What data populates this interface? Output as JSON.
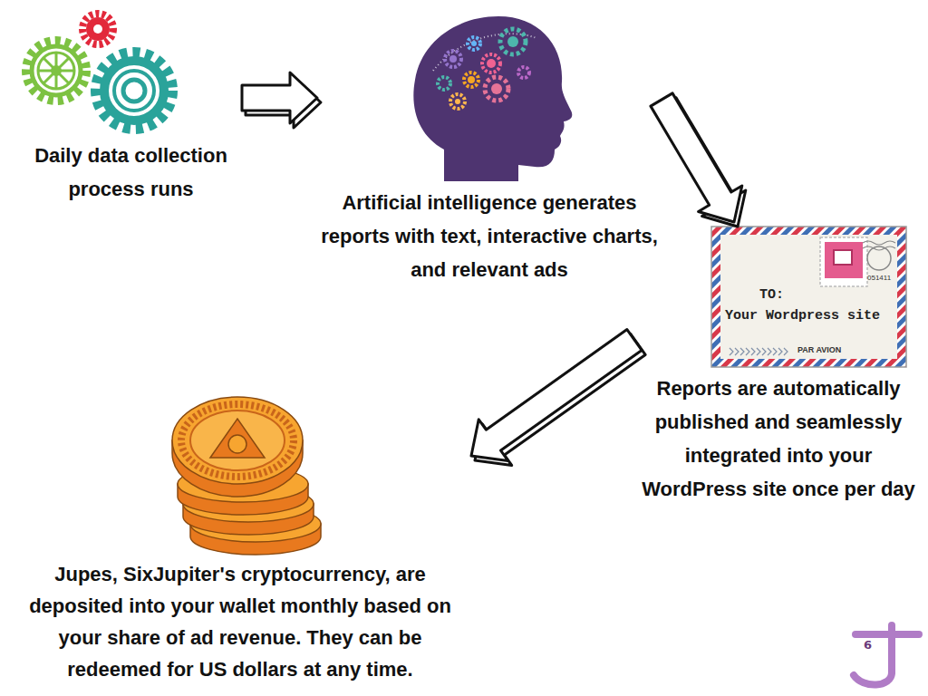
{
  "diagram": {
    "nodes": [
      {
        "text": [
          "Daily data collection process runs"
        ]
      },
      {
        "text": [
          "Artificial intelligence generates reports with text, interactive charts, and relevant ads"
        ]
      },
      {
        "text": [
          "Reports are automatically published and seamlessly integrated into your WordPress site once per day"
        ]
      },
      {
        "text": [
          "Jupes, SixJupiter's cryptocurrency, are deposited into your wallet monthly based on your share of ad revenue. They can be redeemed for US dollars at any time."
        ]
      }
    ],
    "edges": [
      {
        "from": 0,
        "to": 1,
        "arrow": "to"
      },
      {
        "from": 1,
        "to": 2,
        "arrow": "to"
      },
      {
        "from": 2,
        "to": 3,
        "arrow": "to"
      }
    ],
    "labels": [
      "TO:",
      "Your Wordpress site",
      "PAR AVION",
      "051411",
      "6"
    ]
  }
}
